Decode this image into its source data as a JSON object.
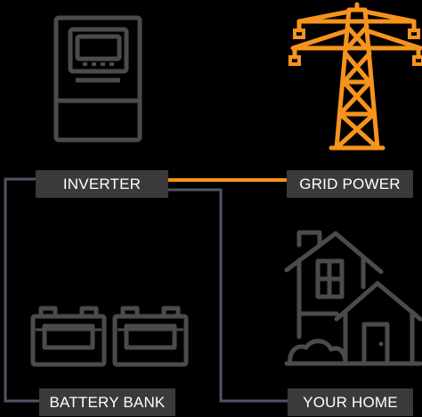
{
  "labels": {
    "inverter": "INVERTER",
    "grid_power": "GRID POWER",
    "battery_bank": "BATTERY BANK",
    "your_home": "YOUR HOME"
  },
  "colors": {
    "background": "#000000",
    "label_box": "#3a3a3c",
    "label_text": "#ffffff",
    "accent": "#f7941d",
    "icon_stroke": "#4b4b4d",
    "line_gray": "#4e5566"
  },
  "icons": {
    "inverter": "inverter-meter-icon",
    "grid": "power-tower-icon",
    "battery": "battery-bank-icon",
    "home": "house-icon"
  }
}
